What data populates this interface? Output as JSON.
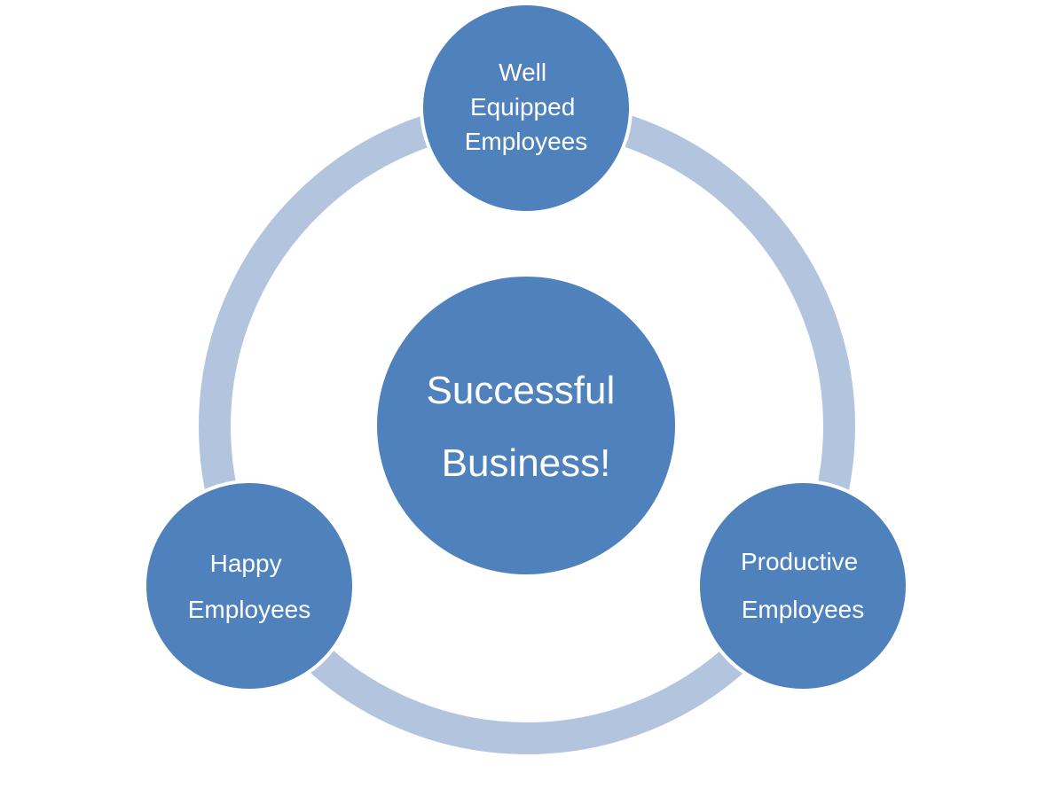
{
  "colors": {
    "node_fill": "#4f81bd",
    "ring_stroke": "#b3c4df",
    "text": "#ffffff",
    "background": "#ffffff"
  },
  "center": {
    "lines": [
      "Successful",
      "Business!"
    ]
  },
  "nodes": {
    "top": {
      "lines": [
        "Well",
        "Equipped",
        "Employees"
      ]
    },
    "left": {
      "lines": [
        "Happy",
        "Employees"
      ]
    },
    "right": {
      "lines": [
        "Productive",
        "Employees"
      ]
    }
  }
}
